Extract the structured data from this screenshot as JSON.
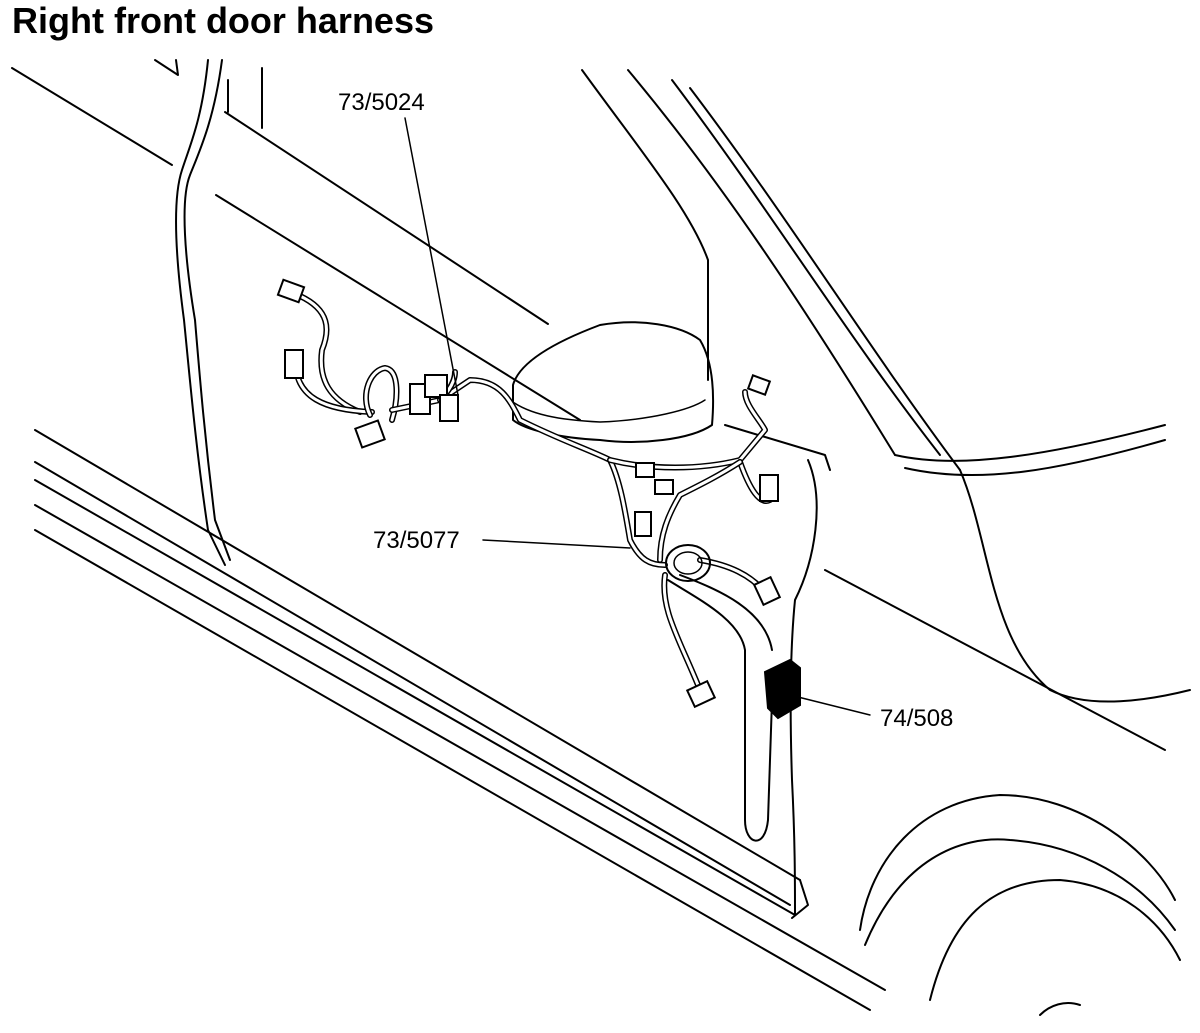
{
  "title": "Right front door harness",
  "callouts": {
    "c1": "73/5024",
    "c2": "73/5077",
    "c3": "74/508"
  }
}
